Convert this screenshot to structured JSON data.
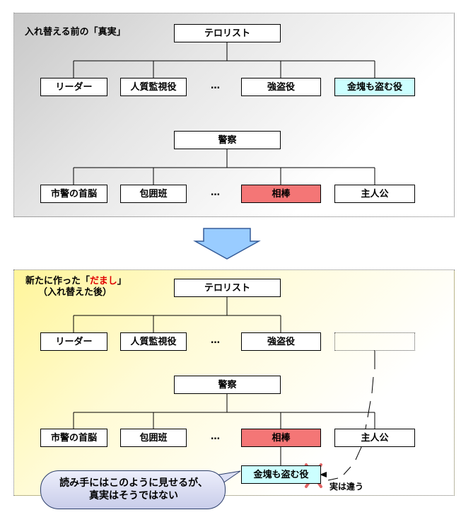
{
  "top_panel": {
    "title": "入れ替える前の「真実」",
    "terror_root": "テロリスト",
    "terror_children": [
      "リーダー",
      "人質監視役",
      "強盗役",
      "金塊も盗む役"
    ],
    "police_root": "警察",
    "police_children": [
      "市警の首脳",
      "包囲班",
      "相棒",
      "主人公"
    ],
    "ellipsis": "…"
  },
  "bottom_panel": {
    "title_prefix": "新たに作った「",
    "title_highlight": "だまし",
    "title_suffix": "」",
    "subtitle": "（入れ替えた後）",
    "terror_root": "テロリスト",
    "terror_children": [
      "リーダー",
      "人質監視役",
      "強盗役"
    ],
    "police_root": "警察",
    "police_children": [
      "市警の首脳",
      "包囲班",
      "相棒",
      "主人公"
    ],
    "moved_node": "金塊も盗む役",
    "ellipsis": "…"
  },
  "callout": {
    "line1": "読み手にはこのように見せるが、",
    "line2": "真実はそうではない"
  },
  "note": "実は違う",
  "colors": {
    "highlight_red": "#f47676",
    "highlight_cyan": "#ccffff",
    "arrow_blue": "#99ccff",
    "cross_red": "#e06666"
  },
  "icons": [
    "down-arrow-icon",
    "cross-mark-icon"
  ]
}
